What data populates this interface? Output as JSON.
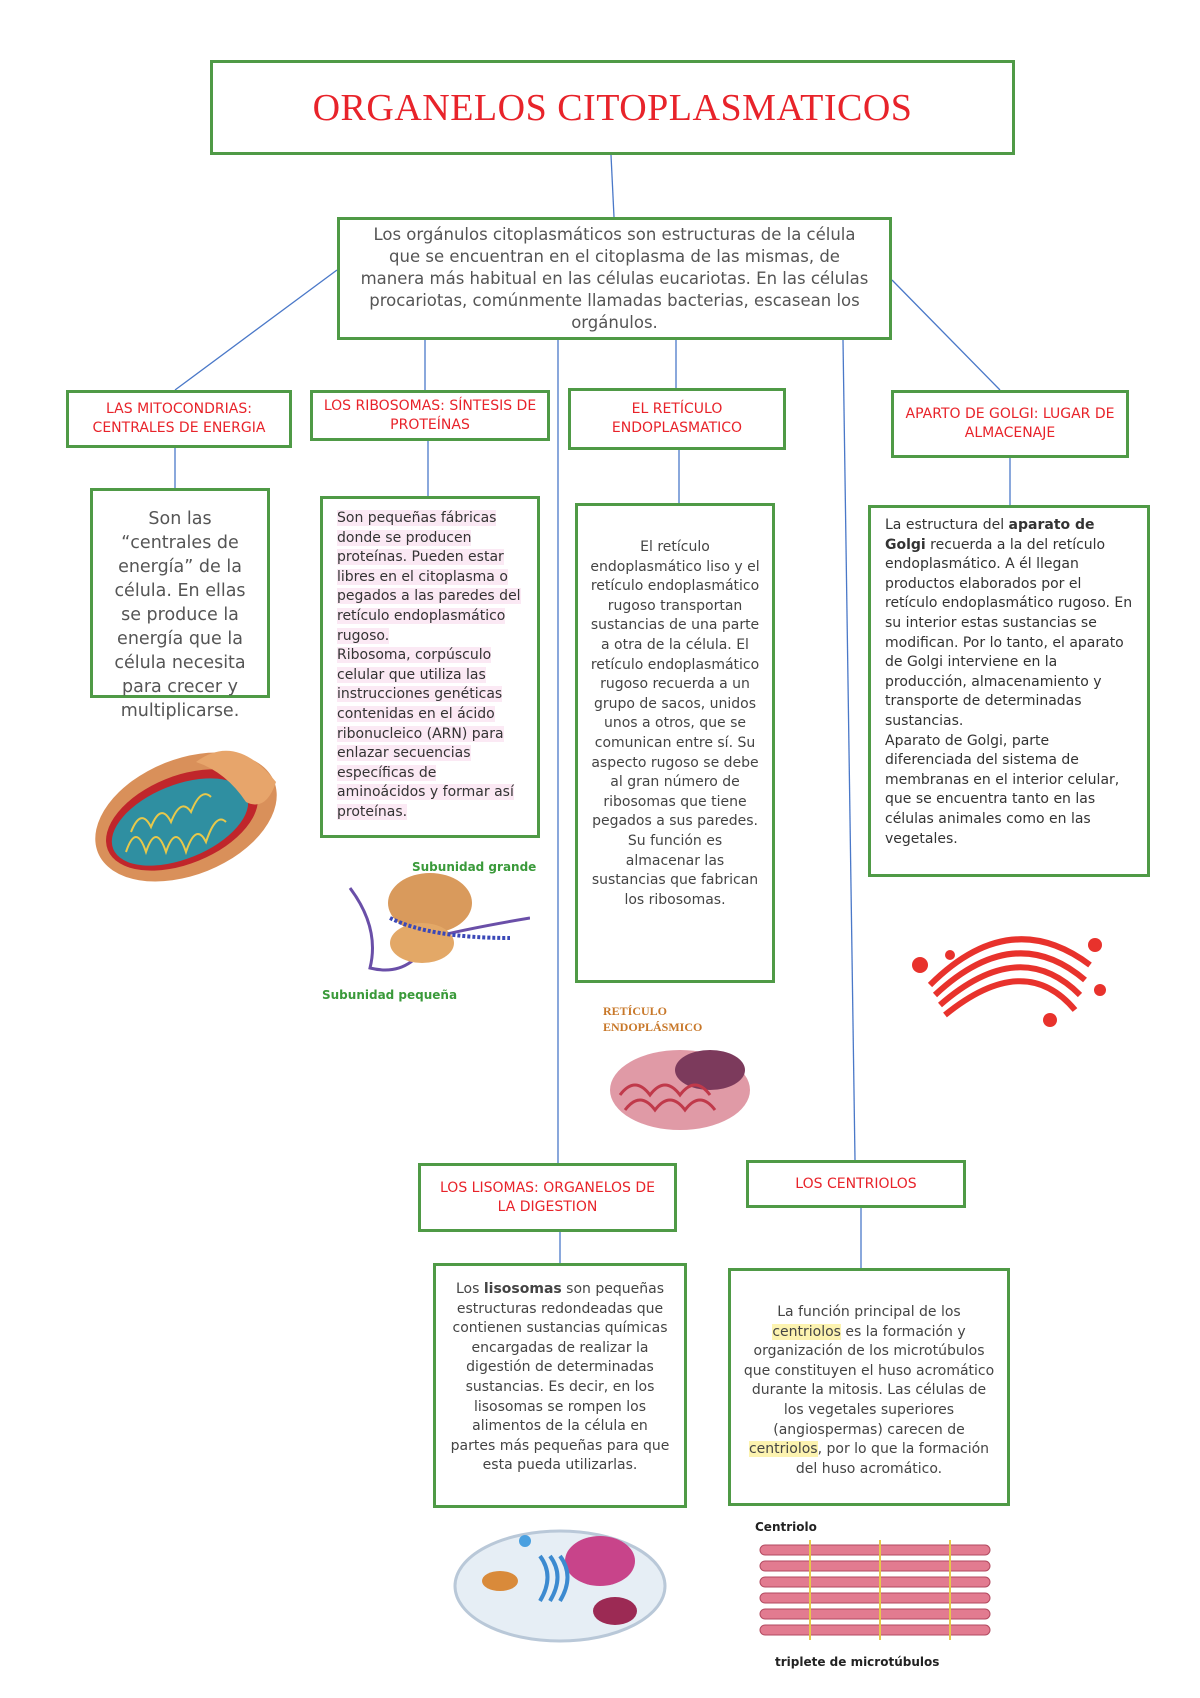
{
  "title": "ORGANELOS CITOPLASMATICOS",
  "intro": "Los orgánulos citoplasmáticos son estructuras de la célula que se encuentran en el citoplasma de las mismas, de manera más habitual en las células eucariotas. En las células procariotas, comúnmente llamadas bacterias, escasean los orgánulos.",
  "mitocondrias": {
    "heading": "LAS MITOCONDRIAS: CENTRALES DE ENERGIA",
    "text": "Son las “centrales de energía” de la célula. En ellas se produce la energía que la célula necesita para crecer y multiplicarse."
  },
  "ribosomas": {
    "heading": "LOS RIBOSOMAS: SÍNTESIS DE PROTEÍNAS",
    "text1": "Son pequeñas fábricas donde se producen proteínas. Pueden estar libres en el citoplasma o pegados a las paredes del retículo endoplasmático rugoso.",
    "text2": "Ribosoma, corpúsculo celular que utiliza las instrucciones genéticas contenidas en el ácido ribonucleico (ARN) para enlazar secuencias específicas de aminoácidos y formar así proteínas.",
    "img_label_top": "Subunidad grande",
    "img_label_bottom": "Subunidad pequeña"
  },
  "reticulo": {
    "heading": "EL RETÍCULO ENDOPLASMATICO",
    "text": "El retículo endoplasmático liso y el retículo endoplasmático rugoso transportan sustancias de una parte a otra de la célula. El retículo endoplasmático rugoso recuerda a un grupo de sacos, unidos unos a otros, que se comunican entre sí. Su aspecto rugoso se debe al gran número de ribosomas que tiene pegados a sus paredes. Su función es almacenar las sustancias que fabrican los ribosomas.",
    "img_label": "RETÍCULO ENDOPLÁSMICO"
  },
  "golgi": {
    "heading": "APARTO DE GOLGI: LUGAR DE ALMACENAJE",
    "text_pre": "La estructura del ",
    "text_bold": "aparato de Golgi",
    "text_post": " recuerda a la del retículo endoplasmático. A él llegan productos elaborados por el retículo endoplasmático rugoso. En su interior estas sustancias se modifican. Por lo tanto, el aparato de Golgi interviene en la producción, almacenamiento y transporte de determinadas sustancias.",
    "text2": "Aparato de Golgi, parte diferenciada del sistema de membranas en el interior celular, que se encuentra tanto en las células animales como en las vegetales."
  },
  "lisosomas": {
    "heading": "LOS LISOMAS: ORGANELOS DE LA DIGESTION",
    "text_pre": "Los ",
    "text_bold": "lisosomas",
    "text_post": " son pequeñas estructuras redondeadas que contienen sustancias químicas encargadas de realizar la digestión de determinadas sustancias. Es decir, en los lisosomas se rompen los alimentos de la célula en partes más pequeñas para que esta pueda utilizarlas."
  },
  "centriolos": {
    "heading": "LOS CENTRIOLOS",
    "t1": "La función principal de los ",
    "k1": "centriolos",
    "t2": " es la formación y organización de los microtúbulos que constituyen el huso acromático durante la mitosis. Las células de los vegetales superiores (angiospermas) carecen de ",
    "k2": "centriolos",
    "t3": ", por lo que la formación del huso acromático.",
    "img_label_top": "Centriolo",
    "img_label_bottom": "triplete de microtúbulos"
  },
  "colors": {
    "border": "#4f9a46",
    "heading": "#e8232a",
    "connector": "#4a78c8"
  }
}
